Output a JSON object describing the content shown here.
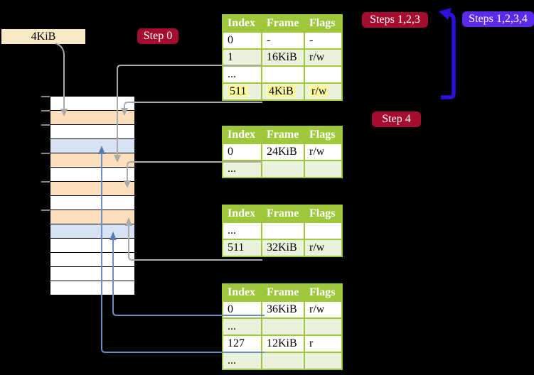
{
  "frame_size_label": "4KiB",
  "badges": {
    "step0": "Step 0",
    "steps123": "Steps 1,2,3",
    "steps1234": "Steps 1,2,3,4",
    "step4": "Step 4"
  },
  "memory": {
    "rows": [
      {
        "kind": "free"
      },
      {
        "kind": "table-frame"
      },
      {
        "kind": "free"
      },
      {
        "kind": "mapped-page"
      },
      {
        "kind": "table-frame"
      },
      {
        "kind": "free"
      },
      {
        "kind": "table-frame"
      },
      {
        "kind": "free"
      },
      {
        "kind": "table-frame"
      },
      {
        "kind": "mapped-page"
      },
      {
        "kind": "free"
      },
      {
        "kind": "free"
      },
      {
        "kind": "free"
      },
      {
        "kind": "free"
      }
    ],
    "tick_ys": [
      135,
      155,
      175,
      215,
      255,
      295
    ]
  },
  "tables": [
    {
      "name": "page-table-1",
      "headers": [
        "Index",
        "Frame",
        "Flags"
      ],
      "rows": [
        {
          "cells": [
            "0",
            "-",
            "-"
          ]
        },
        {
          "cells": [
            "1",
            "16KiB",
            "r/w"
          ]
        },
        {
          "cells": [
            "...",
            "",
            ""
          ]
        },
        {
          "cells": [
            "511",
            "4KiB",
            "r/w"
          ],
          "highlight": true
        }
      ]
    },
    {
      "name": "page-table-2",
      "headers": [
        "Index",
        "Frame",
        "Flags"
      ],
      "rows": [
        {
          "cells": [
            "0",
            "24KiB",
            "r/w"
          ]
        },
        {
          "cells": [
            "...",
            "",
            ""
          ]
        }
      ]
    },
    {
      "name": "page-table-3",
      "headers": [
        "Index",
        "Frame",
        "Flags"
      ],
      "rows": [
        {
          "cells": [
            "...",
            "",
            ""
          ]
        },
        {
          "cells": [
            "511",
            "32KiB",
            "r/w"
          ]
        }
      ]
    },
    {
      "name": "page-table-4",
      "headers": [
        "Index",
        "Frame",
        "Flags"
      ],
      "rows": [
        {
          "cells": [
            "0",
            "36KiB",
            "r/w"
          ]
        },
        {
          "cells": [
            "...",
            "",
            ""
          ]
        },
        {
          "cells": [
            "127",
            "12KiB",
            "r"
          ]
        },
        {
          "cells": [
            "...",
            "",
            ""
          ]
        }
      ]
    }
  ],
  "colors": {
    "background": "#000000",
    "table_header_green": "#9EC73C",
    "table_row_alt_green": "#EAF1DC",
    "highlight_yellow": "#FBF89E",
    "frame_label_wheat": "#FAE9C6",
    "memory_table_frame_peach": "#FBDEBB",
    "memory_mapped_page_blue": "#D7E3F4",
    "badge_red": "#A50D30",
    "badge_violet": "#5A2BE8",
    "arrow_gray": "#ABABAB",
    "arrow_blue": "#6C8EBF",
    "arrow_thick_blue": "#2A12DC"
  }
}
